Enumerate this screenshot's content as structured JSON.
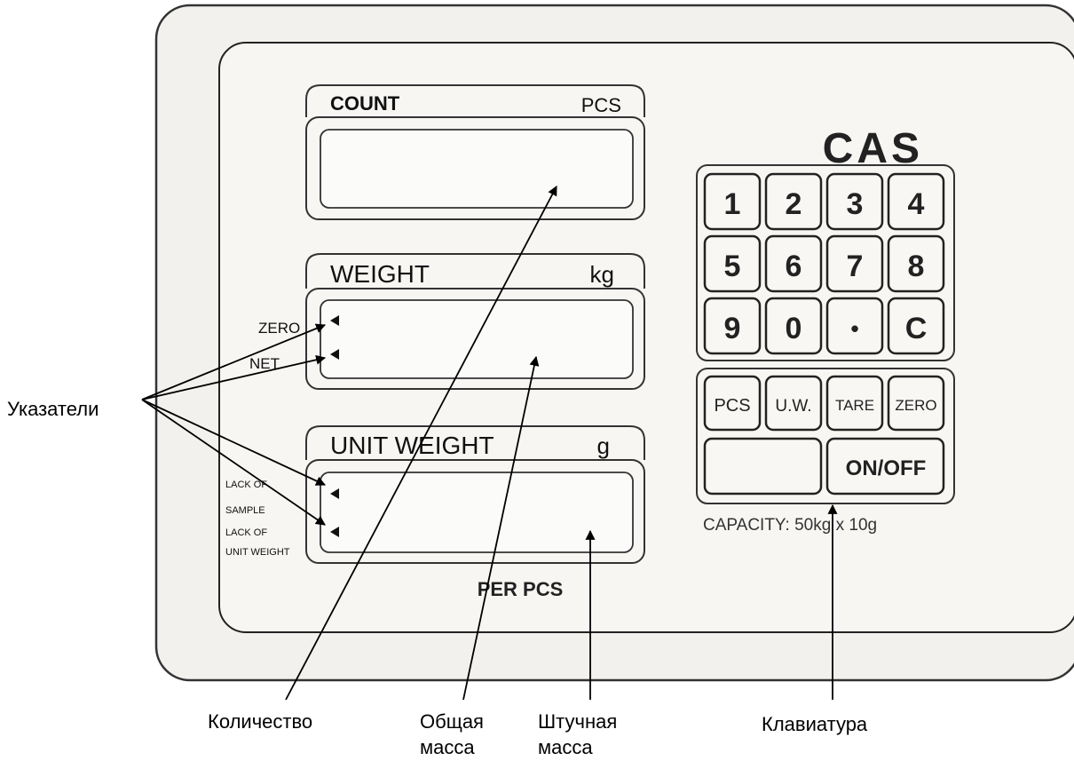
{
  "brand": "CAS",
  "displays": {
    "count": {
      "title": "COUNT",
      "unit": "PCS"
    },
    "weight": {
      "title": "WEIGHT",
      "unit": "kg"
    },
    "unit_weight": {
      "title": "UNIT WEIGHT",
      "unit": "g",
      "footer": "PER PCS"
    }
  },
  "indicators": {
    "zero": "ZERO",
    "net": "NET",
    "lack_sample_1": "LACK OF",
    "lack_sample_2": "SAMPLE",
    "lack_unit_1": "LACK OF",
    "lack_unit_2": "UNIT WEIGHT"
  },
  "keypad": {
    "numeric": [
      "1",
      "2",
      "3",
      "4",
      "5",
      "6",
      "7",
      "8",
      "9",
      "0",
      "•",
      "C"
    ],
    "functions": [
      "PCS",
      "U.W.",
      "TARE",
      "ZERO"
    ],
    "blank": "",
    "on_off": "ON/OFF"
  },
  "capacity": "CAPACITY: 50kg x 10g",
  "callouts": {
    "indicators": "Указатели",
    "count": "Количество",
    "total_mass_1": "Общая",
    "total_mass_2": "масса",
    "unit_mass_1": "Штучная",
    "unit_mass_2": "масса",
    "keyboard": "Клавиатура"
  }
}
